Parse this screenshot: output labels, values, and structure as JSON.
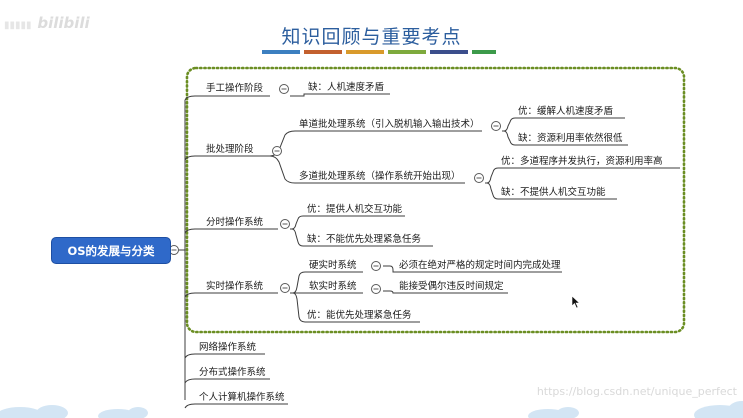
{
  "title": "知识回顾与重要考点",
  "title_bar_colors": [
    "#3c7fc0",
    "#c3602e",
    "#d99a2b",
    "#7eaa3d",
    "#3b4e8c",
    "#3c9a4a"
  ],
  "frame_color": "#6b8e23",
  "root": {
    "label": "OS的发展与分类"
  },
  "manual": {
    "label": "手工操作阶段",
    "con": "缺：人机速度矛盾"
  },
  "batch": {
    "label": "批处理阶段",
    "single": {
      "label": "单道批处理系统（引入脱机输入输出技术）",
      "pro": "优：缓解人机速度矛盾",
      "con": "缺：资源利用率依然很低"
    },
    "multi": {
      "label": "多道批处理系统（操作系统开始出现）",
      "pro": "优：多道程序并发执行，资源利用率高",
      "con": "缺：不提供人机交互功能"
    }
  },
  "timesharing": {
    "label": "分时操作系统",
    "pro": "优：提供人机交互功能",
    "con": "缺：不能优先处理紧急任务"
  },
  "realtime": {
    "label": "实时操作系统",
    "hard": {
      "label": "硬实时系统",
      "desc": "必须在绝对严格的规定时间内完成处理"
    },
    "soft": {
      "label": "软实时系统",
      "desc": "能接受偶尔违反时间规定"
    },
    "pro": "优：能优先处理紧急任务"
  },
  "network": {
    "label": "网络操作系统"
  },
  "distributed": {
    "label": "分布式操作系统"
  },
  "personal": {
    "label": "个人计算机操作系统"
  },
  "watermark": "https://blog.csdn.net/unique_perfect"
}
